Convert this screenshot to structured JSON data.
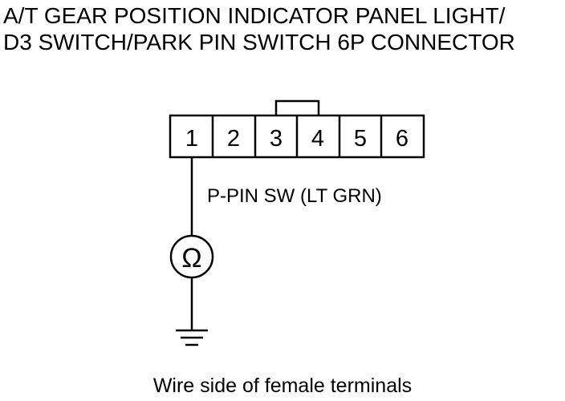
{
  "title": {
    "line1": "A/T GEAR POSITION INDICATOR PANEL LIGHT/",
    "line2": "D3 SWITCH/PARK PIN SWITCH 6P CONNECTOR"
  },
  "connector": {
    "terminals": [
      "1",
      "2",
      "3",
      "4",
      "5",
      "6"
    ]
  },
  "wire_label": "P-PIN SW (LT GRN)",
  "meter_symbol": "Ω",
  "caption": "Wire side of female terminals"
}
